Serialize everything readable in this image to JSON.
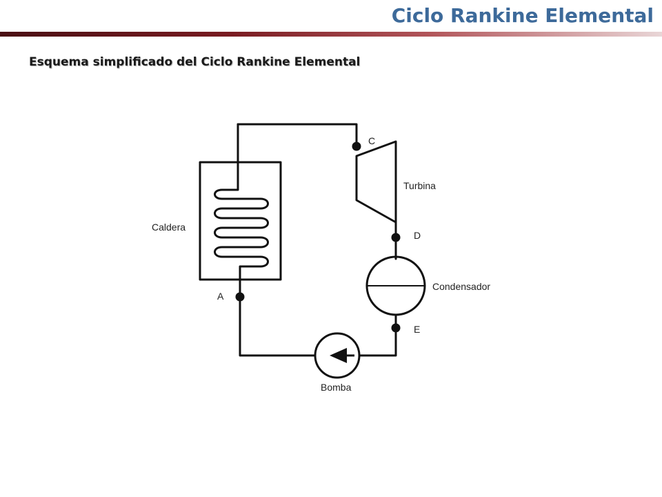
{
  "header": {
    "title": "Ciclo Rankine Elemental"
  },
  "content": {
    "subtitle": "Esquema simplificado del Ciclo Rankine Elemental"
  },
  "diagram": {
    "components": {
      "boiler": "Caldera",
      "turbine": "Turbina",
      "condenser": "Condensador",
      "pump": "Bomba"
    },
    "points": {
      "a": "A",
      "c": "C",
      "d": "D",
      "e": "E"
    }
  },
  "colors": {
    "title": "#3d6a9a",
    "title_bar_dark": "#4a0f14",
    "line": "#111111"
  }
}
